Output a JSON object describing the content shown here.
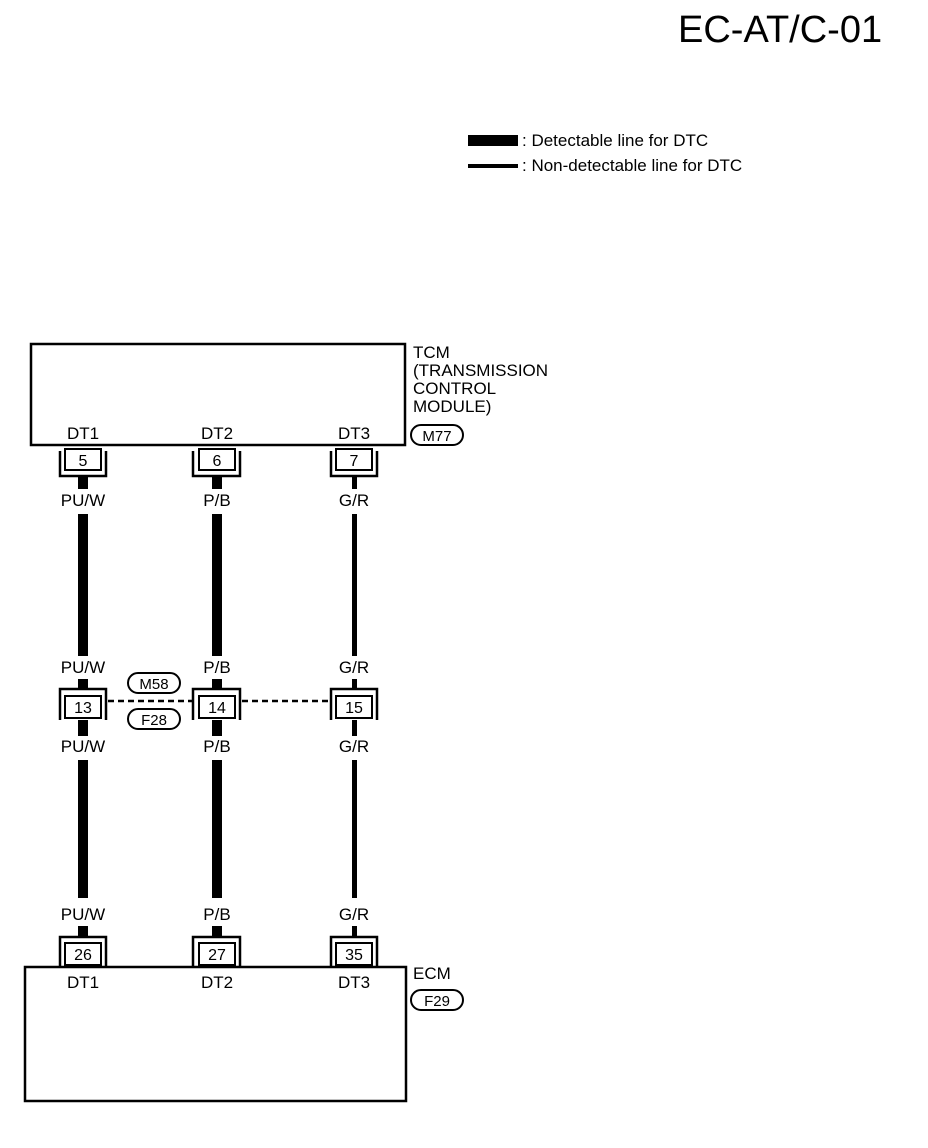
{
  "title": "EC-AT/C-01",
  "legend": [
    {
      "key": "detectable",
      "text": ": Detectable line for DTC"
    },
    {
      "key": "non_detectable",
      "text": ": Non-detectable line for DTC"
    }
  ],
  "tcm": {
    "name_lines": [
      "TCM",
      "(TRANSMISSION",
      "CONTROL",
      "MODULE)"
    ],
    "connector": "M77",
    "terminals": [
      {
        "label": "DT1",
        "pin": "5"
      },
      {
        "label": "DT2",
        "pin": "6"
      },
      {
        "label": "DT3",
        "pin": "7"
      }
    ]
  },
  "ecm": {
    "name": "ECM",
    "connector": "F29",
    "terminals": [
      {
        "label": "DT1",
        "pin": "26"
      },
      {
        "label": "DT2",
        "pin": "27"
      },
      {
        "label": "DT3",
        "pin": "35"
      }
    ]
  },
  "joint_connector": {
    "upper": "M58",
    "lower": "F28",
    "pins": [
      "13",
      "14",
      "15"
    ]
  },
  "wires": [
    {
      "color_code": "PU/W",
      "type": "detectable"
    },
    {
      "color_code": "P/B",
      "type": "detectable"
    },
    {
      "color_code": "G/R",
      "type": "non_detectable"
    }
  ]
}
